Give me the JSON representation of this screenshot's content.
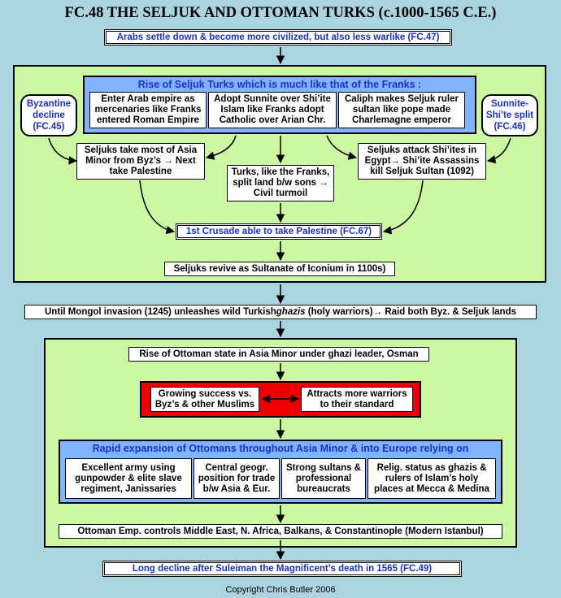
{
  "title": "FC.48 THE SELJUK AND OTTOMAN TURKS (c.1000-1565 C.E.)",
  "arabs_box": "Arabs settle down & become more civilized, but also less warlike (FC.47)",
  "seljuk_panel": {
    "heading": "Rise of Seljuk Turks which is much like that of the Franks :",
    "cells": [
      "Enter Arab empire as mercenaries like Franks entered Roman Empire",
      "Adopt Sunnite over Shi’ite Islam like Franks adopt Catholic over Arian Chr.",
      "Caliph makes Seljuk ruler sultan like pope made Charlemagne emperor"
    ],
    "byzantine_decline": "Byzantine decline (FC.45)",
    "sunnite_split": "Sunnite-Shi’te split (FC.46)",
    "seljuks_asia_minor": "Seljuks take most of Asia Minor from Byz’s → Next take Palestine",
    "turks_like_franks": "Turks, like the Franks, split land b/w sons → Civil turmoil",
    "seljuks_attack": "Seljuks attack Shi’ites in Egypt→ Shi’ite Assassins kill Seljuk Sultan (1092)",
    "first_crusade": "1st Crusade able to take Palestine (FC.67)",
    "sultanate": "Seljuks revive as Sultanate of Iconium in 1100s)"
  },
  "mongol": {
    "before": "Until Mongol invasion (1245) unleashes wild Turkish ",
    "italic": "ghazis",
    "after": " (holy warriors)→ Raid both Byz. & Seljuk lands"
  },
  "ottoman_panel": {
    "rise": "Rise of Ottoman state in Asia Minor under ghazi leader, Osman",
    "growing_success": "Growing success vs. Byz’s & other Muslims",
    "attracts": "Attracts more warriors to their standard",
    "expansion_heading": "Rapid expansion of Ottomans throughout Asia Minor & into Europe relying on",
    "cells": [
      "Excellent army using gunpowder & elite slave regiment, Janissaries",
      "Central geogr. position for trade b/w Asia & Eur.",
      "Strong sultans & professional bureaucrats",
      "Relig. status as ghazis & rulers of Islam’s holy places at Mecca & Medina"
    ],
    "controls": "Ottoman Emp. controls Middle East, N. Africa, Balkans, & Constantinople (Modern Istanbul)"
  },
  "decline": "Long decline after Suleiman the Magnificent’s death in 1565 (FC.49)",
  "copyright": "Copyright Chris Butler 2006"
}
